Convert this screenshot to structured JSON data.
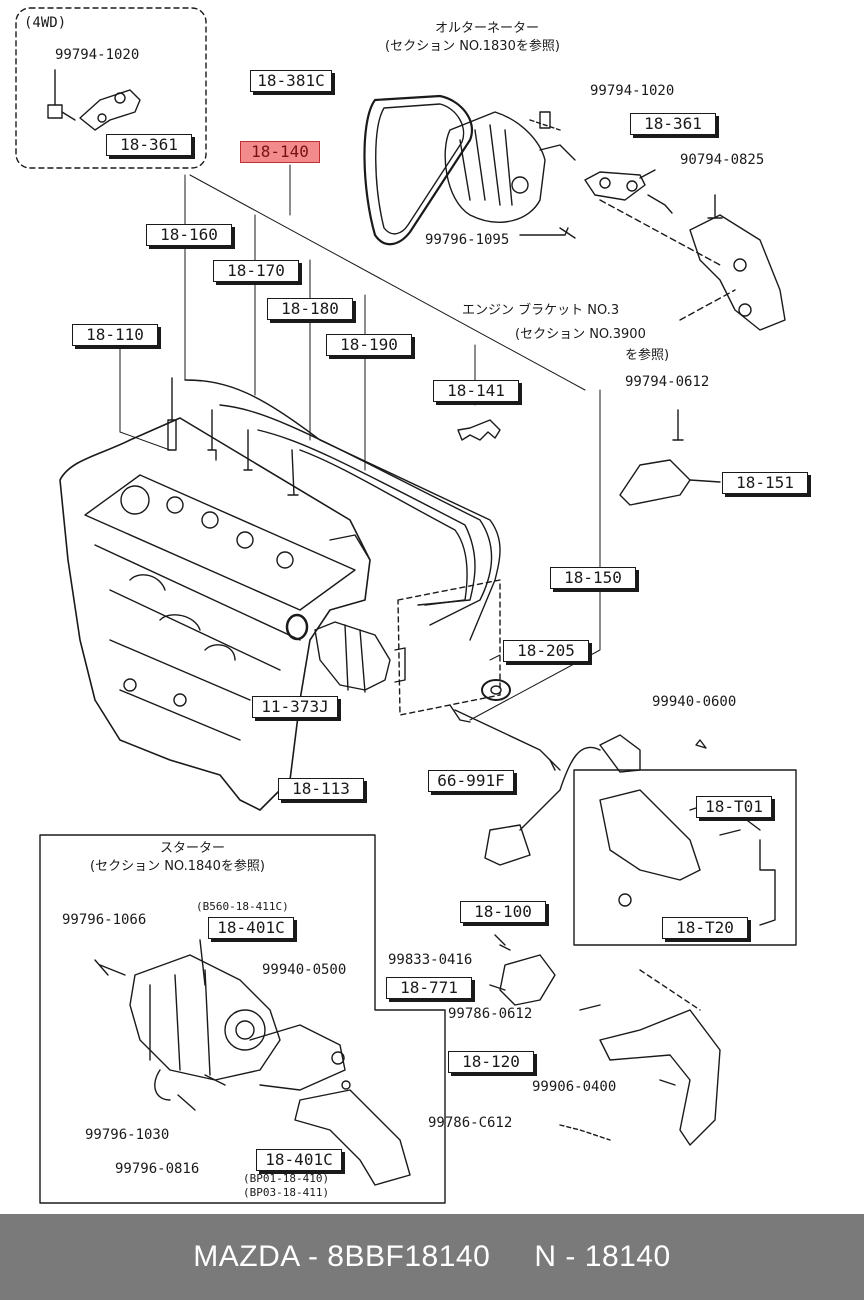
{
  "diagram": {
    "inset_4wd": {
      "title": "(4WD)",
      "bolt": "99794-1020",
      "part": "18-361"
    },
    "alternator": {
      "note_line1": "オルターネーター",
      "note_line2": "(セクション NO.1830を参照)",
      "belt_ref": "18-381C",
      "bolt_top": "99794-1020",
      "bracket_ref": "18-361",
      "bolt_right": "90794-0825",
      "bolt_lower": "99796-1095"
    },
    "engine_bracket_note": {
      "line1": "エンジン ブラケット NO.3",
      "line2": "(セクション NO.3900",
      "line3": "を参照)"
    },
    "highlighted_part": "18-140",
    "plug_wires": [
      "18-160",
      "18-170",
      "18-180",
      "18-190",
      "18-110"
    ],
    "clip_ref": "18-141",
    "bolt_0612": "99794-0612",
    "bracket_151": "18-151",
    "distributor": "18-150",
    "seal_205": "18-205",
    "oring": "11-373J",
    "bolt_113": "18-113",
    "sensor_ref": "66-991F",
    "nut_0600": "99940-0600",
    "coil": {
      "ref_t01": "18-T01",
      "assy": "18-100",
      "ref_t20": "18-T20"
    },
    "bolt_0416": "99833-0416",
    "part_771": "18-771",
    "bolt_0612b": "99786-0612",
    "bracket_120": "18-120",
    "nut_0400": "99906-0400",
    "bolt_c612": "99786-C612",
    "starter": {
      "note_line1": "スターター",
      "note_line2": "(セクション NO.1840を参照)",
      "bolt_1066": "99796-1066",
      "variant_top": "(B560-18-411C)",
      "part_top": "18-401C",
      "nut_0500": "99940-0500",
      "bolt_1030": "99796-1030",
      "bolt_0816": "99796-0816",
      "part_bottom": "18-401C",
      "variant_b1": "(BP01-18-410)",
      "variant_b2": "(BP03-18-411)"
    }
  },
  "footer": {
    "text": "MAZDA - 8BBF18140     N - 18140"
  }
}
